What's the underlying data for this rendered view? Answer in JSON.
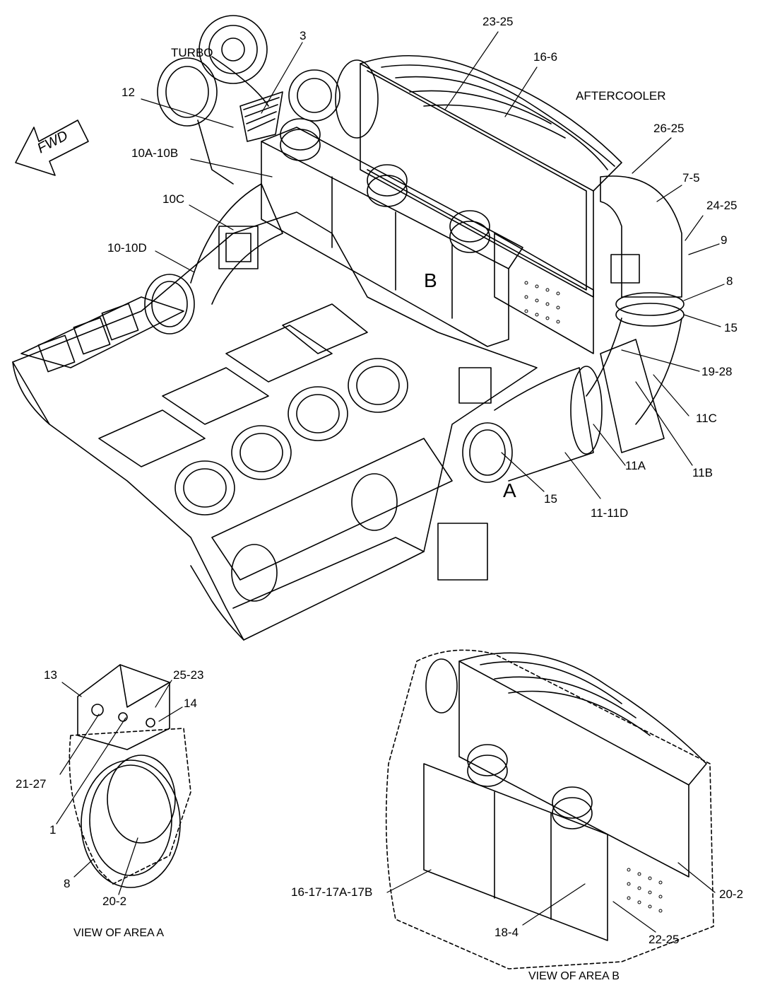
{
  "labels": {
    "turbo": "TURBO",
    "aftercooler": "AFTERCOOLER",
    "fwd": "FWD",
    "area_a": "A",
    "area_b": "B",
    "p3": "3",
    "p12": "12",
    "p23_25": "23-25",
    "p16_6": "16-6",
    "p10a_10b": "10A-10B",
    "p10c": "10C",
    "p10_10d": "10-10D",
    "p26_25": "26-25",
    "p7_5": "7-5",
    "p24_25": "24-25",
    "p9": "9",
    "p8": "8",
    "p15_right": "15",
    "p19_28": "19-28",
    "p11c": "11C",
    "p11a": "11A",
    "p11b": "11B",
    "p15_lower": "15",
    "p11_11d": "11-11D",
    "a13": "13",
    "a25_23": "25-23",
    "a14": "14",
    "a21_27": "21-27",
    "a1": "1",
    "a8": "8",
    "a20_2": "20-2",
    "b16_17": "16-17-17A-17B",
    "b20_2": "20-2",
    "b18_4": "18-4",
    "b22_25": "22-25"
  },
  "captions": {
    "view_a": "VIEW OF AREA A",
    "view_b": "VIEW OF AREA B"
  },
  "colors": {
    "line": "#000000",
    "background": "#ffffff"
  }
}
